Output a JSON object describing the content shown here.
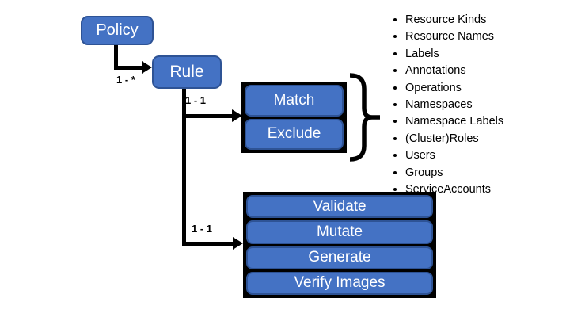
{
  "nodes": {
    "policy": {
      "label": "Policy"
    },
    "rule": {
      "label": "Rule"
    },
    "match": {
      "label": "Match"
    },
    "exclude": {
      "label": "Exclude"
    },
    "validate": {
      "label": "Validate"
    },
    "mutate": {
      "label": "Mutate"
    },
    "generate": {
      "label": "Generate"
    },
    "verify_images": {
      "label": "Verify Images"
    }
  },
  "edges": {
    "policy_to_rule": {
      "label": "1 - *"
    },
    "rule_to_match_exclude": {
      "label": "1 - 1"
    },
    "rule_to_actions": {
      "label": "1 - 1"
    }
  },
  "match_criteria_list": [
    "Resource Kinds",
    "Resource Names",
    "Labels",
    "Annotations",
    "Operations",
    "Namespaces",
    "Namespace Labels",
    "(Cluster)Roles",
    "Users",
    "Groups",
    "ServiceAccounts"
  ],
  "colors": {
    "node_fill": "#4472C4",
    "node_border": "#2E5395",
    "connector": "#000000",
    "node_text": "#FFFFFF",
    "list_text": "#000000",
    "background": "#FFFFFF"
  }
}
